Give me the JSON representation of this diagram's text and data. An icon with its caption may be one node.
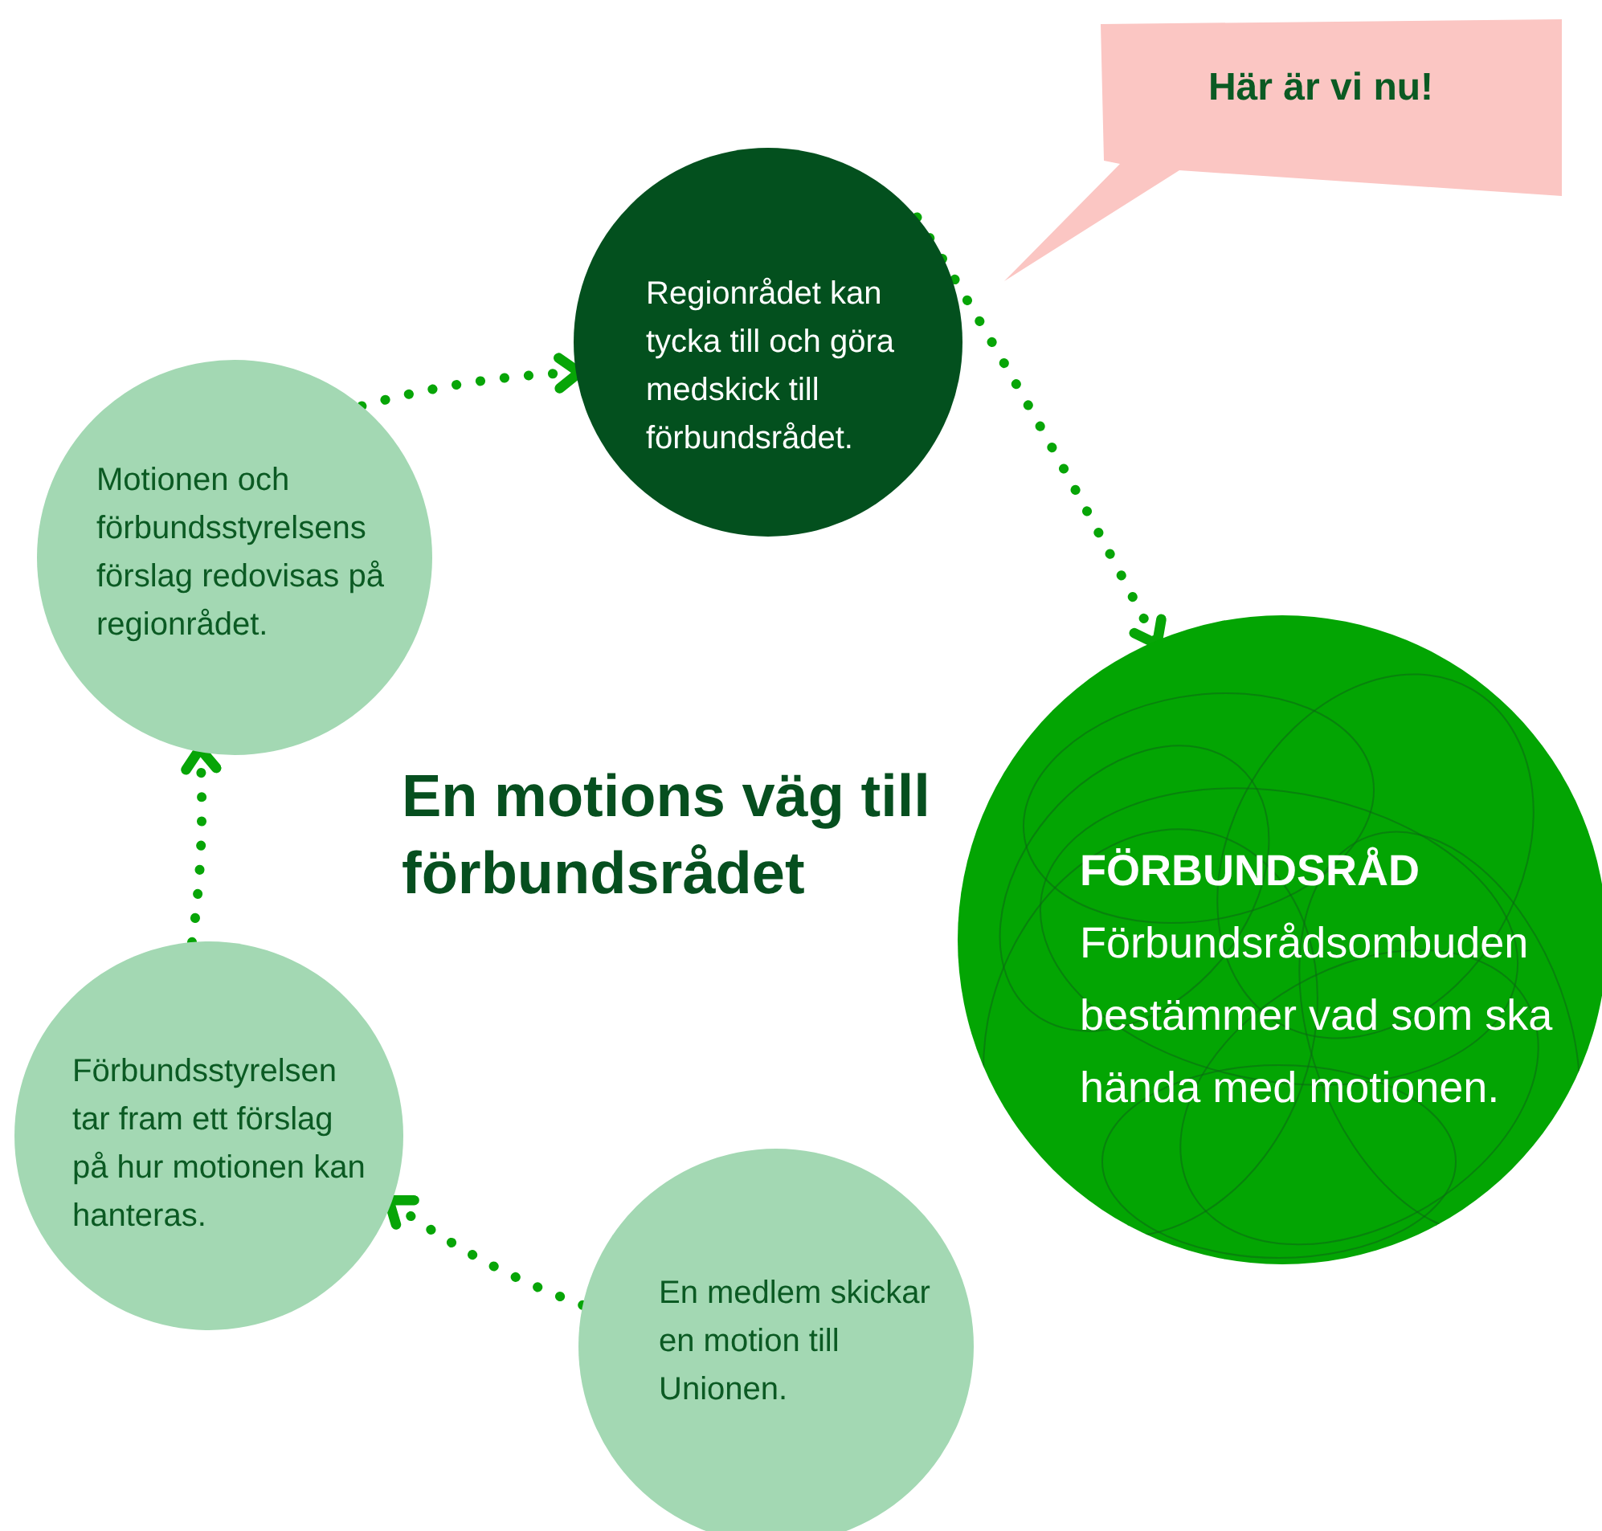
{
  "diagram": {
    "title": "En motions väg till förbundsrådet",
    "nodes": [
      {
        "text": [
          "En medlem skickar en motion till Unionen."
        ]
      },
      {
        "text": [
          "Förbundsstyrelsen tar fram ett förslag på hur motionen kan hanteras."
        ]
      },
      {
        "text": [
          "Motionen och förbundsstyrelsens förslag redovisas på regionrådet."
        ]
      },
      {
        "text": [
          "Regionrådet kan tycka till och göra medskick till förbundsrådet."
        ]
      },
      {
        "text": [
          "FÖRBUNDSRÅD",
          "Förbundsrådsombuden bestämmer vad som ska hända med motionen."
        ]
      },
      {
        "text": [
          "Här är vi nu!"
        ]
      }
    ],
    "edges": [
      {
        "from": 0,
        "to": 1,
        "arrow": "to"
      },
      {
        "from": 1,
        "to": 2,
        "arrow": "to"
      },
      {
        "from": 2,
        "to": 3,
        "arrow": "to"
      },
      {
        "from": 3,
        "to": 4,
        "arrow": "to"
      }
    ]
  }
}
